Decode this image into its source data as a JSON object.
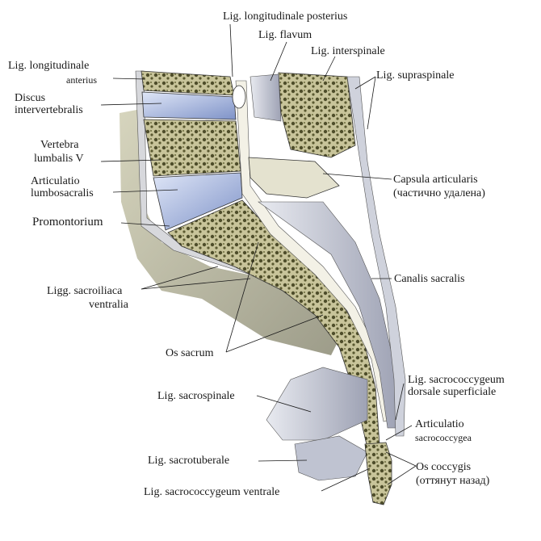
{
  "labels": {
    "lig_long_posterius": "Lig. longitudinale posterius",
    "lig_flavum": "Lig. flavum",
    "lig_interspinale": "Lig. interspinale",
    "lig_supraspinale": "Lig. supraspinale",
    "lig_long_anterius_1": "Lig. longitudinale",
    "lig_long_anterius_2": "anterius",
    "discus_1": "Discus",
    "discus_2": "intervertebralis",
    "vertebra_1": "Vertebra",
    "vertebra_2": "lumbalis V",
    "artic_lumbo_1": "Articulatio",
    "artic_lumbo_2": "lumbosacralis",
    "promontorium": "Promontorium",
    "capsula_1": "Capsula articularis",
    "capsula_2": "(частично удалена)",
    "canalis": "Canalis sacralis",
    "ligg_sacroiliaca_1": "Ligg. sacroiliaca",
    "ligg_sacroiliaca_2": "ventralia",
    "os_sacrum": "Os sacrum",
    "lig_sacrococc_dorsale_1": "Lig. sacrococcygeum",
    "lig_sacrococc_dorsale_2": "dorsale superficiale",
    "lig_sacrospinale": "Lig. sacrospinale",
    "artic_sacrococc_1": "Articulatio",
    "artic_sacrococc_2": "sacrococcygea",
    "lig_sacrotuberale": "Lig. sacrotuberale",
    "os_coccygis_1": "Os coccygis",
    "os_coccygis_2": "(оттянут назад)",
    "lig_sacrococc_ventrale": "Lig. sacrococcygeum ventrale"
  },
  "colors": {
    "bone_cortex": "#d9d6b0",
    "bone_spongy": "#6b6a3c",
    "disc": "#a8b8e0",
    "ligament": "#c9ccd8",
    "pelvis_shade": "#9a9a80",
    "leader": "#1a1a1a"
  }
}
